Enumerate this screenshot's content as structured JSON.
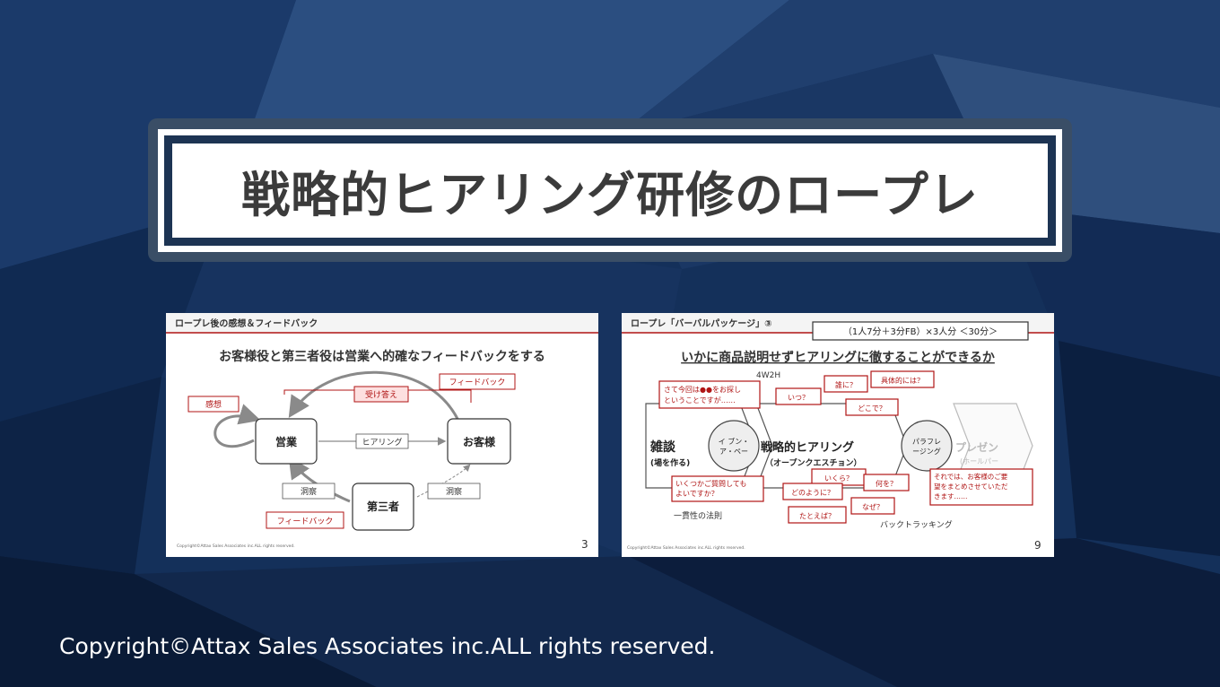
{
  "title": "戦略的ヒアリング研修のロープレ",
  "footer": {
    "copyright": "Copyright©Attax Sales Associates inc.ALL rights reserved."
  },
  "slide_left": {
    "header": "ロープレ後の感想＆フィードバック",
    "heading": "お客様役と第三者役は営業へ的確なフィードバックをする",
    "nodes": {
      "sales": "営業",
      "customer": "お客様",
      "third": "第三者"
    },
    "labels": {
      "kansou": "感想",
      "ukekotae": "受け答え",
      "feedback_top": "フィードバック",
      "hearing": "ヒアリング",
      "dousatsu_left": "洞察",
      "dousatsu_right": "洞察",
      "feedback_bottom": "フィードバック"
    },
    "copyright": "Copyright©Attax Sales Associates inc.ALL rights reserved.",
    "page_number": "3"
  },
  "slide_right": {
    "header": "ロープレ「バーバルパッケージ」③",
    "time_box": "（1人7分＋3分FB）×3人分 ＜30分＞",
    "heading": "いかに商品説明せずヒアリングに徹することができるか",
    "label_4w2h": "4W2H",
    "zatsudan": "雑談",
    "zatsudan_sub": "(場を作る)",
    "even_1": "イ ブン・",
    "even_2": "ア・ペー",
    "senryaku": "戦略的ヒアリング",
    "senryaku_sub": "（オープンクエスチョン）",
    "paraphrase_1": "パラフレ",
    "paraphrase_2": "ージング",
    "presen": "プレゼン",
    "presen_sub": "(ホールパー",
    "consistency": "一貫性の法則",
    "backtracking": "バックトラッキング",
    "bubbles": {
      "sate_1": "さて今回は●●をお探し",
      "sate_2": "ということですが……",
      "itsu": "いつ？",
      "dareni": "誰に？",
      "gutaiteki": "具体的には？",
      "dokode": "どこで？",
      "ikutsuka_1": "いくつかご質問しても",
      "ikutsuka_2": "よいですか？",
      "ikura": "いくら？",
      "nanio": "何を？",
      "donoyouni": "どのように？",
      "naze": "なぜ？",
      "tatoeba": "たとえば？",
      "soredewa_1": "それでは、お客様のご要",
      "soredewa_2": "望をまとめさせていただ",
      "soredewa_3": "きます……"
    },
    "copyright": "Copyright©Attax Sales Associates inc.ALL rights reserved.",
    "page_number": "9"
  },
  "colors": {
    "accent_red": "#b01515",
    "title_text": "#3b3b3b",
    "frame": "#1d3453"
  }
}
